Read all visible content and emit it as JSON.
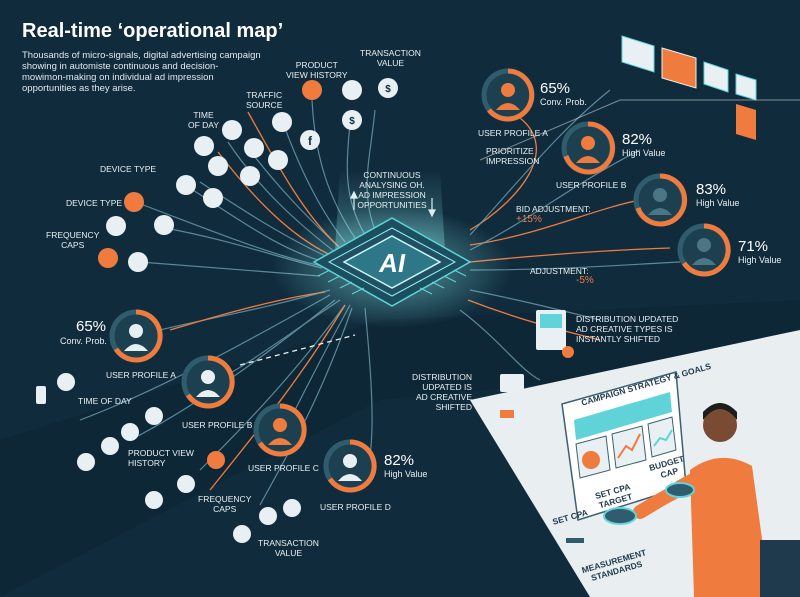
{
  "header": {
    "title": "Real-time ‘operational map’",
    "subtitle": "Thousands of micro-signals, digital advertising campaign showing in automiste continuous and decision-mowimon-making on individual ad impression opportunities as they arise."
  },
  "center": {
    "chip_label": "AI",
    "caption": [
      "CONTINUOUS",
      "ANALYSING OH.",
      "AD IMPRESSION",
      "OPPORTUNITIES"
    ]
  },
  "top_signals": {
    "transaction_value": [
      "TRANSACTION",
      "VALUE"
    ],
    "product_view_history": [
      "PRODUCT",
      "VIEW HISTORY"
    ],
    "traffic_source": [
      "TRAFFIC",
      "SOURCE"
    ],
    "time_of_day": [
      "TIME",
      "OF DAY"
    ],
    "device_type_1": "DEVICE TYPE",
    "device_type_2": "DEVICE TYPE",
    "frequency_caps": [
      "FREQUENCY",
      "CAPS"
    ]
  },
  "right_profiles": {
    "profile_a": {
      "label": "USER PROFILE A",
      "pct": "65%",
      "sub": "Conv. Prob."
    },
    "profile_b": {
      "label": "USER PROFILE B",
      "pct": "82%",
      "sub": "High Value"
    },
    "profile_c": {
      "pct": "83%",
      "sub": "High Value"
    },
    "profile_d": {
      "pct": "71%",
      "sub": "High Value"
    },
    "prioritize": [
      "PRIORITIZE",
      "IMPRESSION"
    ],
    "bid_adjustment_label": "BID ADJUSTMENT:",
    "bid_adjustment_value": "+15%",
    "adjustment_label": "ADJUSTMENT:",
    "adjustment_value": "-5%",
    "distribution_updated": [
      "DISTRIBUTION UPDATED",
      "AD CREATIVE TYPES IS",
      "INSTANTLY SHIFTED"
    ]
  },
  "bottom_left": {
    "profile_a": {
      "pct": "65%",
      "sub": "Conv. Prob.",
      "label": "USER PROFILE A"
    },
    "profile_b": {
      "label": "USER PROFILE B"
    },
    "profile_c": {
      "label": "USER PROFILE C"
    },
    "profile_d": {
      "label": "USER PROFILE D",
      "pct": "82%",
      "sub": "High Value"
    },
    "time_of_day": "TIME OF DAY",
    "product_view_history": [
      "PRODUCT VIEW",
      "HISTORY"
    ],
    "frequency_caps": [
      "FREQUENCY",
      "CAPS"
    ],
    "transaction_value": [
      "TRANSACTION",
      "VALUE"
    ]
  },
  "middle_right": {
    "distribution_updated": [
      "DISTRIBUTION",
      "UDPATED IS",
      "AD CREATIVE",
      "SHIFTED"
    ]
  },
  "dashboard": {
    "title": "CAMPAIGN STRATEGY & GOALS",
    "set_cpa": "SET CPA",
    "set_cpa_target": [
      "SET CPA",
      "TARGET"
    ],
    "budget_cap": [
      "BUDGET",
      "CAP"
    ],
    "measurement_standards": [
      "MEASUREMENT",
      "STANDARDS"
    ]
  },
  "colors": {
    "background": "#102c3c",
    "accent_orange": "#f07b3f",
    "accent_cyan": "#5fd3d8",
    "line_teal": "#5d8fa0"
  }
}
